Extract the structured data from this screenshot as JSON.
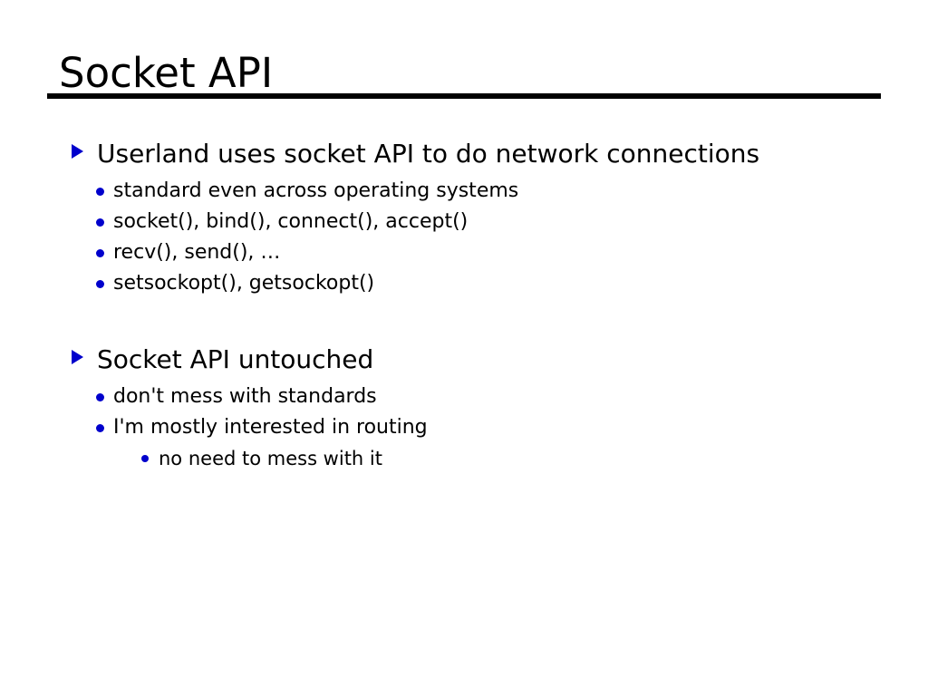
{
  "slide": {
    "title": "Socket API",
    "background_color": "#ffffff",
    "text_color": "#000000",
    "accent_color": "#0000CC",
    "blocks": [
      {
        "level": 1,
        "marker": "triangle",
        "text": "Userland uses socket API to do network connections",
        "children": [
          {
            "level": 2,
            "marker": "dot",
            "text": "standard even across operating systems"
          },
          {
            "level": 2,
            "marker": "dot",
            "text": "socket(), bind(), connect(), accept()"
          },
          {
            "level": 2,
            "marker": "dot",
            "text": "recv(), send(), …"
          },
          {
            "level": 2,
            "marker": "dot",
            "text": "setsockopt(), getsockopt()"
          }
        ]
      },
      {
        "level": 1,
        "marker": "triangle",
        "text": "Socket API untouched",
        "children": [
          {
            "level": 2,
            "marker": "dot",
            "text": "don't mess with standards"
          },
          {
            "level": 2,
            "marker": "dot",
            "text": "I'm mostly interested in routing"
          },
          {
            "level": 3,
            "marker": "dot",
            "text": "no need to mess with it"
          }
        ]
      }
    ]
  }
}
